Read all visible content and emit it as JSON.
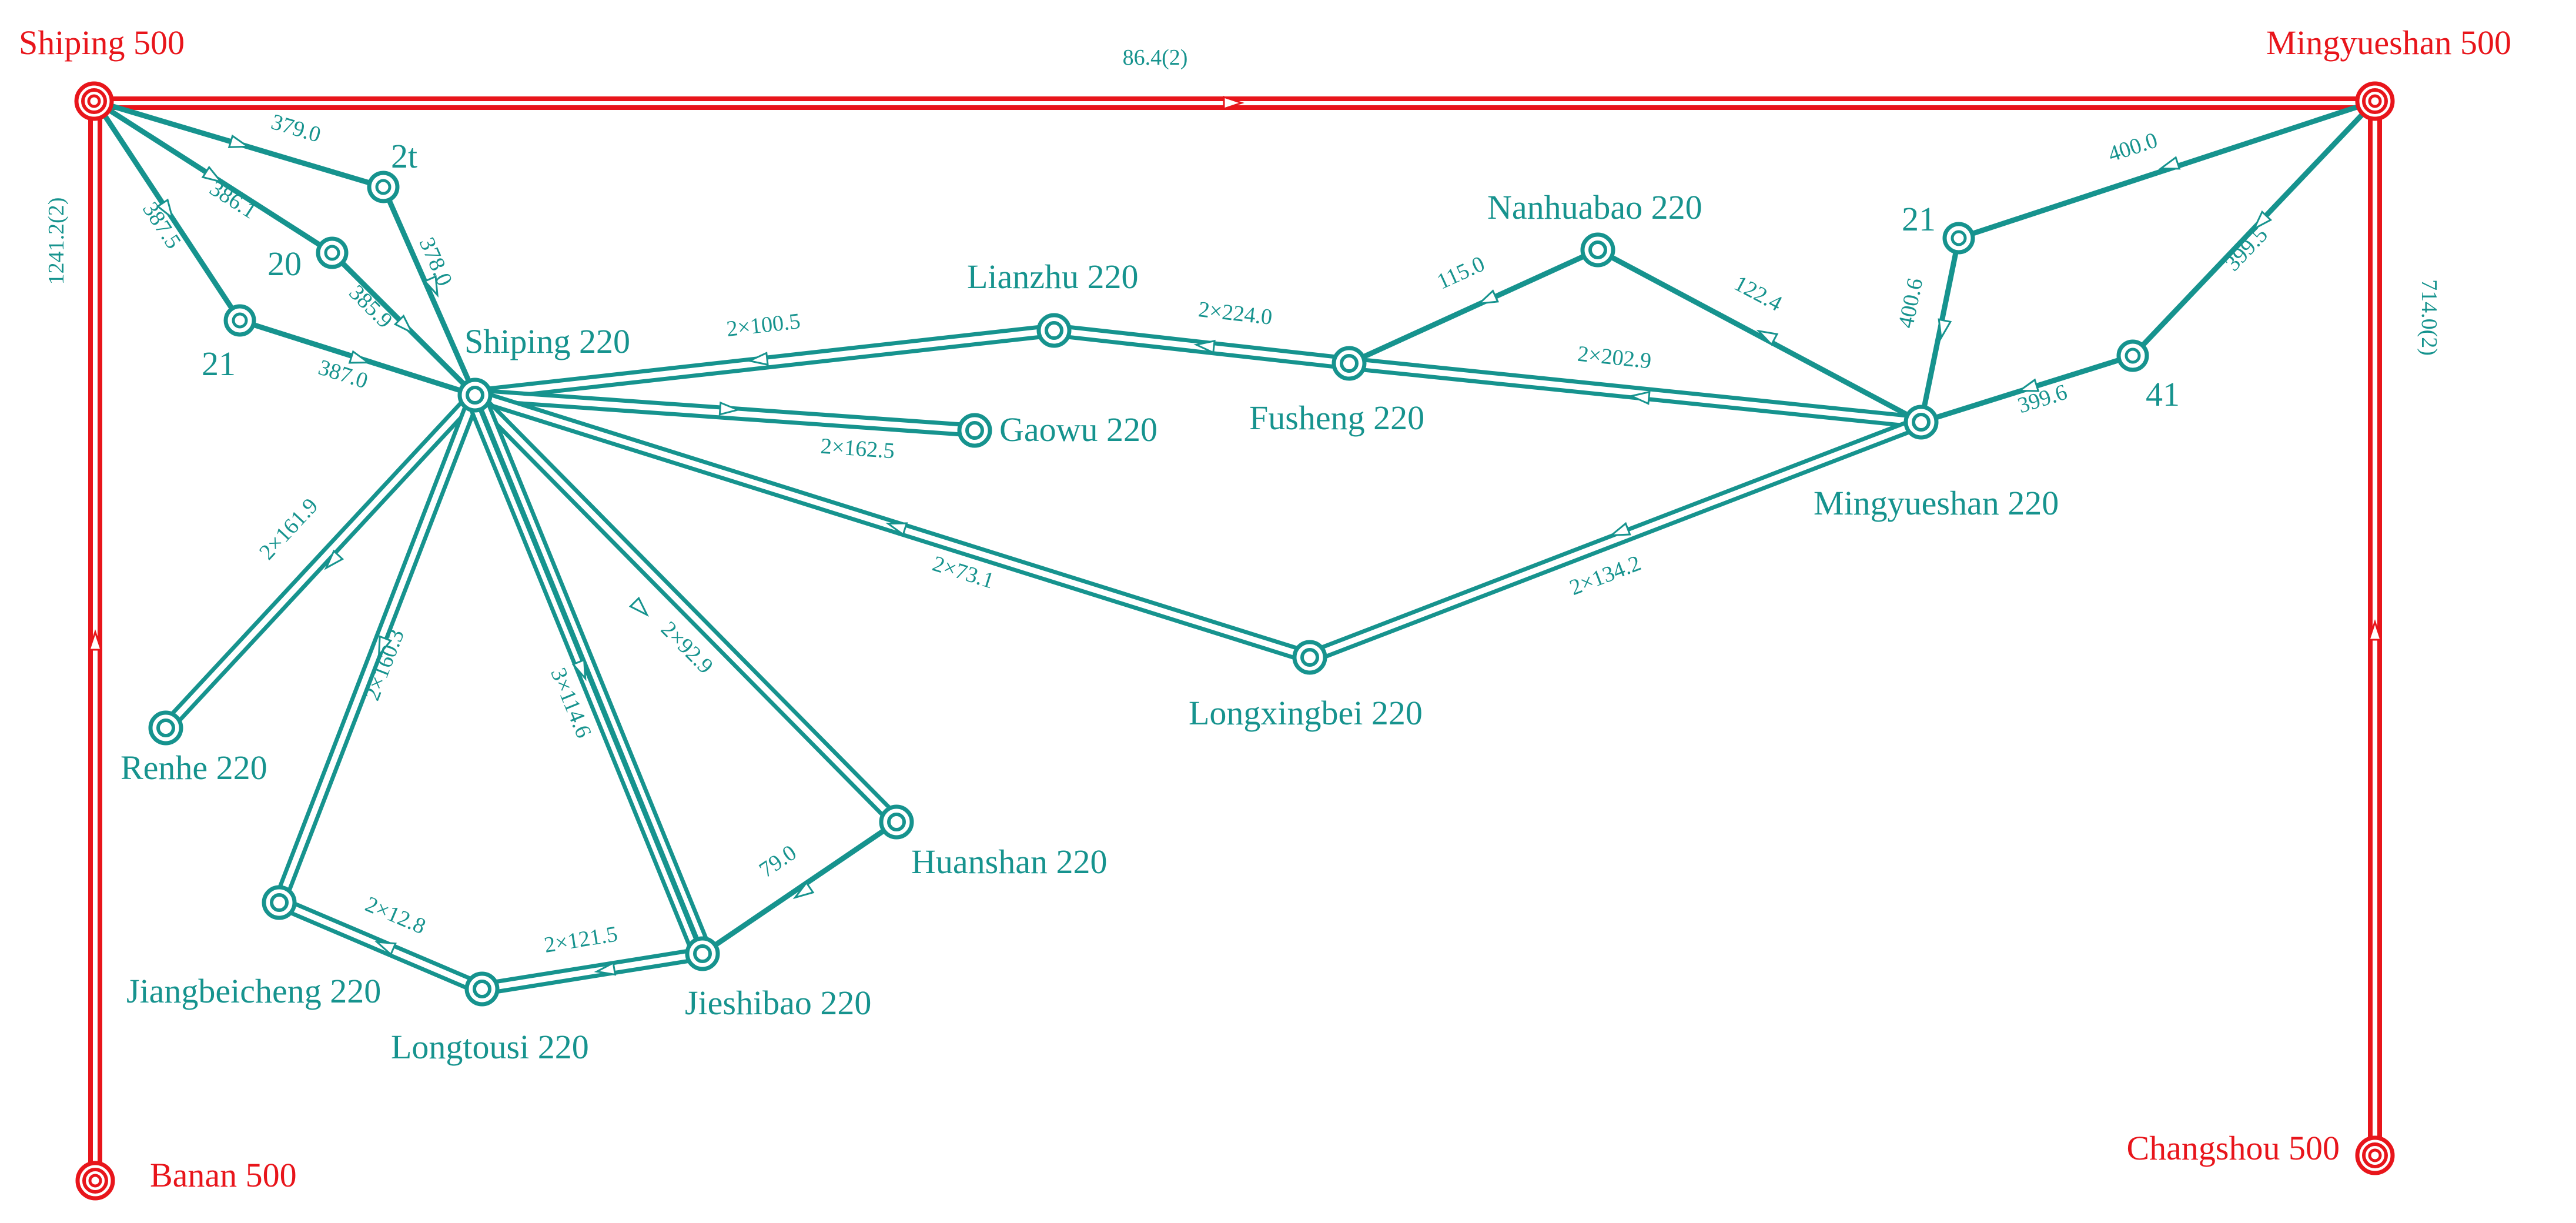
{
  "colors": {
    "hv": "#e8151b",
    "mv": "#16938e",
    "background": "#ffffff"
  },
  "nodes": {
    "shiping500": "Shiping 500",
    "mingyueshan500": "Mingyueshan 500",
    "banan500": "Banan 500",
    "changshou500": "Changshou 500",
    "shiping220": "Shiping 220",
    "lianzhu220": "Lianzhu 220",
    "fusheng220": "Fusheng 220",
    "nanhuabao220": "Nanhuabao 220",
    "mingyueshan220": "Mingyueshan 220",
    "gaowu220": "Gaowu 220",
    "longxingbei220": "Longxingbei 220",
    "renhe220": "Renhe 220",
    "huanshan220": "Huanshan 220",
    "jiangbeicheng220": "Jiangbeicheng 220",
    "longtousi220": "Longtousi 220",
    "jieshibao220": "Jieshibao 220",
    "t2": "2t",
    "n20": "20",
    "n21a": "21",
    "n21b": "21",
    "n41": "41"
  },
  "edges": {
    "sh500_my500": "86.4(2)",
    "sh500_banan": "1241.2(2)",
    "my500_changshou": "714.0(2)",
    "sh500_2t": "379.0",
    "sh500_20": "386.1",
    "sh500_21": "387.5",
    "t2_sh220": "378.0",
    "n20_sh220": "385.9",
    "n21_sh220": "387.0",
    "sh220_lianzhu": "2×100.5",
    "sh220_gaowu": "2×162.5",
    "lianzhu_fusheng": "2×224.0",
    "fusheng_nanhuabao": "115.0",
    "nanhuabao_my220": "122.4",
    "fusheng_my220": "2×202.9",
    "my500_21": "400.0",
    "n21_my220": "400.6",
    "my500_41": "399.5",
    "n41_my220": "399.6",
    "sh220_longxingbei": "2×73.1",
    "longxingbei_my220": "2×134.2",
    "sh220_renhe": "2×161.9",
    "sh220_jiangbeicheng": "2×160.3",
    "sh220_jieshibao": "3×114.6",
    "sh220_huanshan": "2×92.9",
    "huanshan_jieshibao": "79.0",
    "jiangbeicheng_longtousi": "2×12.8",
    "longtousi_jieshibao": "2×121.5"
  }
}
